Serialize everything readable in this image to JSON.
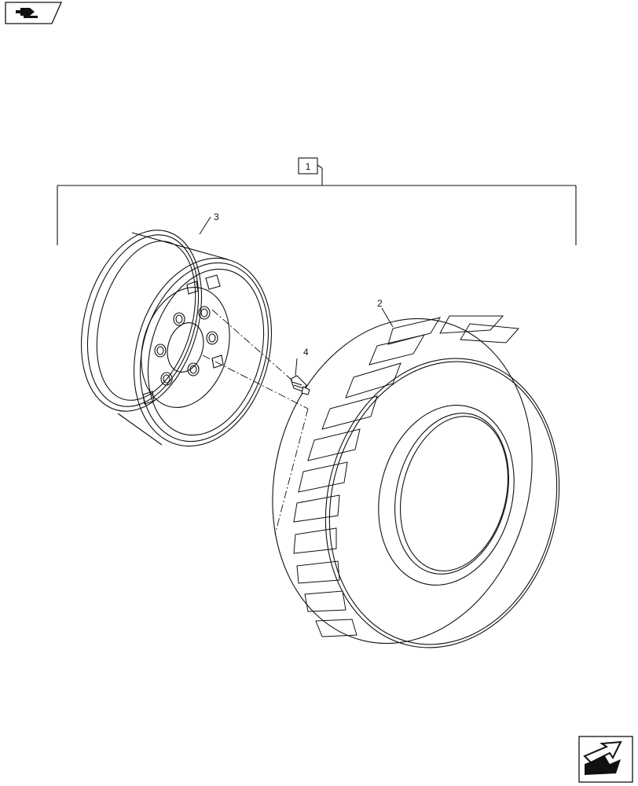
{
  "callouts": {
    "assembly": "1",
    "tire": "2",
    "rim": "3",
    "valve": "4"
  },
  "icons": {
    "top_left": "nav-arrow-icon",
    "bottom_right": "next-page-arrow-icon"
  },
  "colors": {
    "line": "#111111",
    "background": "#ffffff"
  }
}
